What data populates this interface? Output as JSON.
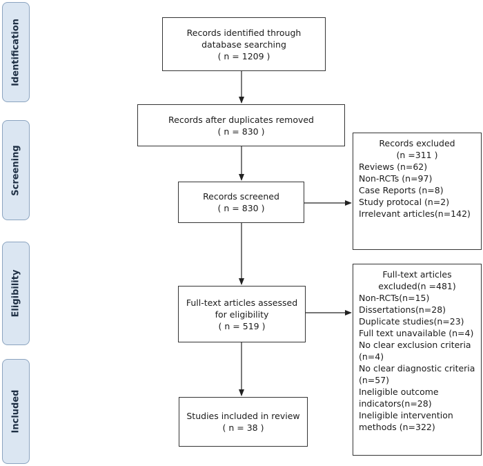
{
  "stages": [
    {
      "label": "Identification"
    },
    {
      "label": "Screening"
    },
    {
      "label": "Eligibility"
    },
    {
      "label": "Included"
    }
  ],
  "boxes": {
    "identified": {
      "lines": [
        "Records identified through",
        "database searching",
        "( n = 1209  )"
      ]
    },
    "deduplicated": {
      "lines": [
        "Records after duplicates removed",
        "( n = 830 )"
      ]
    },
    "screened": {
      "lines": [
        "Records screened",
        "( n =  830 )"
      ]
    },
    "assessed": {
      "lines": [
        "Full-text articles assessed",
        "for eligibility",
        "( n = 519  )"
      ]
    },
    "included": {
      "lines": [
        "Studies included in review",
        "( n = 38  )"
      ]
    }
  },
  "excluded_screening": {
    "header": [
      "Records excluded",
      "(n =311 )"
    ],
    "items": [
      "Reviews (n=62)",
      "Non-RCTs (n=97)",
      "Case Reports (n=8)",
      "Study protocal (n=2)",
      "Irrelevant articles(n=142)"
    ]
  },
  "excluded_fulltext": {
    "header": [
      "Full-text articles",
      "excluded(n =481)"
    ],
    "items": [
      "Non-RCTs(n=15)",
      "Dissertations(n=28)",
      "Duplicate studies(n=23)",
      "Full text unavailable (n=4)",
      "No clear exclusion criteria (n=4)",
      "No clear diagnostic criteria (n=57)",
      "Ineligible outcome indicators(n=28)",
      "Ineligible intervention methods (n=322)"
    ]
  }
}
